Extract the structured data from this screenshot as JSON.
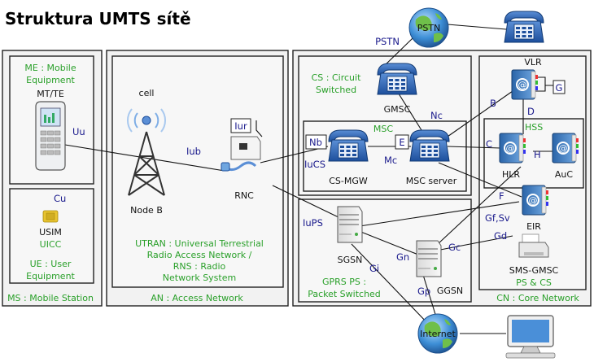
{
  "title": "Struktura UMTS sítě",
  "regions": {
    "ms": "MS : Mobile Station",
    "an": "AN : Access Network",
    "cn": "CN : Core Network",
    "me": [
      "ME : Mobile",
      "Equipment"
    ],
    "ue": [
      "UE : User",
      "Equipment"
    ],
    "utran": [
      "UTRAN : Universal Terrestrial",
      "Radio Access Network /",
      "RNS : Radio",
      "Network System"
    ],
    "cs": [
      "CS : Circuit",
      "Switched"
    ],
    "msc": "MSC",
    "hss": "HSS",
    "gprs": [
      "GPRS PS :",
      "Packet Switched"
    ],
    "smsgmsc_sub": "PS & CS"
  },
  "nodes": {
    "mtte": "MT/TE",
    "usim": "USIM",
    "uicc": "UICC",
    "cell": "cell",
    "nodeb": "Node B",
    "rnc": "RNC",
    "gmsc": "GMSC",
    "csmgw": "CS-MGW",
    "mscserver": "MSC server",
    "vlr": "VLR",
    "hlr": "HLR",
    "auc": "AuC",
    "eir": "EIR",
    "smsgmsc": "SMS-GMSC",
    "sgsn": "SGSN",
    "ggsn": "GGSN",
    "pstn": "PSTN",
    "internet": "Internet"
  },
  "interfaces": {
    "uu": "Uu",
    "cu": "Cu",
    "iub": "Iub",
    "iur": "Iur",
    "iucs": "IuCS",
    "iups": "IuPS",
    "nb": "Nb",
    "mc": "Mc",
    "nc": "Nc",
    "e": "E",
    "b": "B",
    "d": "D",
    "c": "C",
    "g": "G",
    "h": "H",
    "f": "F",
    "gfsv": "Gf,Sv",
    "gd": "Gd",
    "gc": "Gc",
    "gn": "Gn",
    "gi": "Gi",
    "gp": "Gp",
    "pstn": "PSTN"
  }
}
